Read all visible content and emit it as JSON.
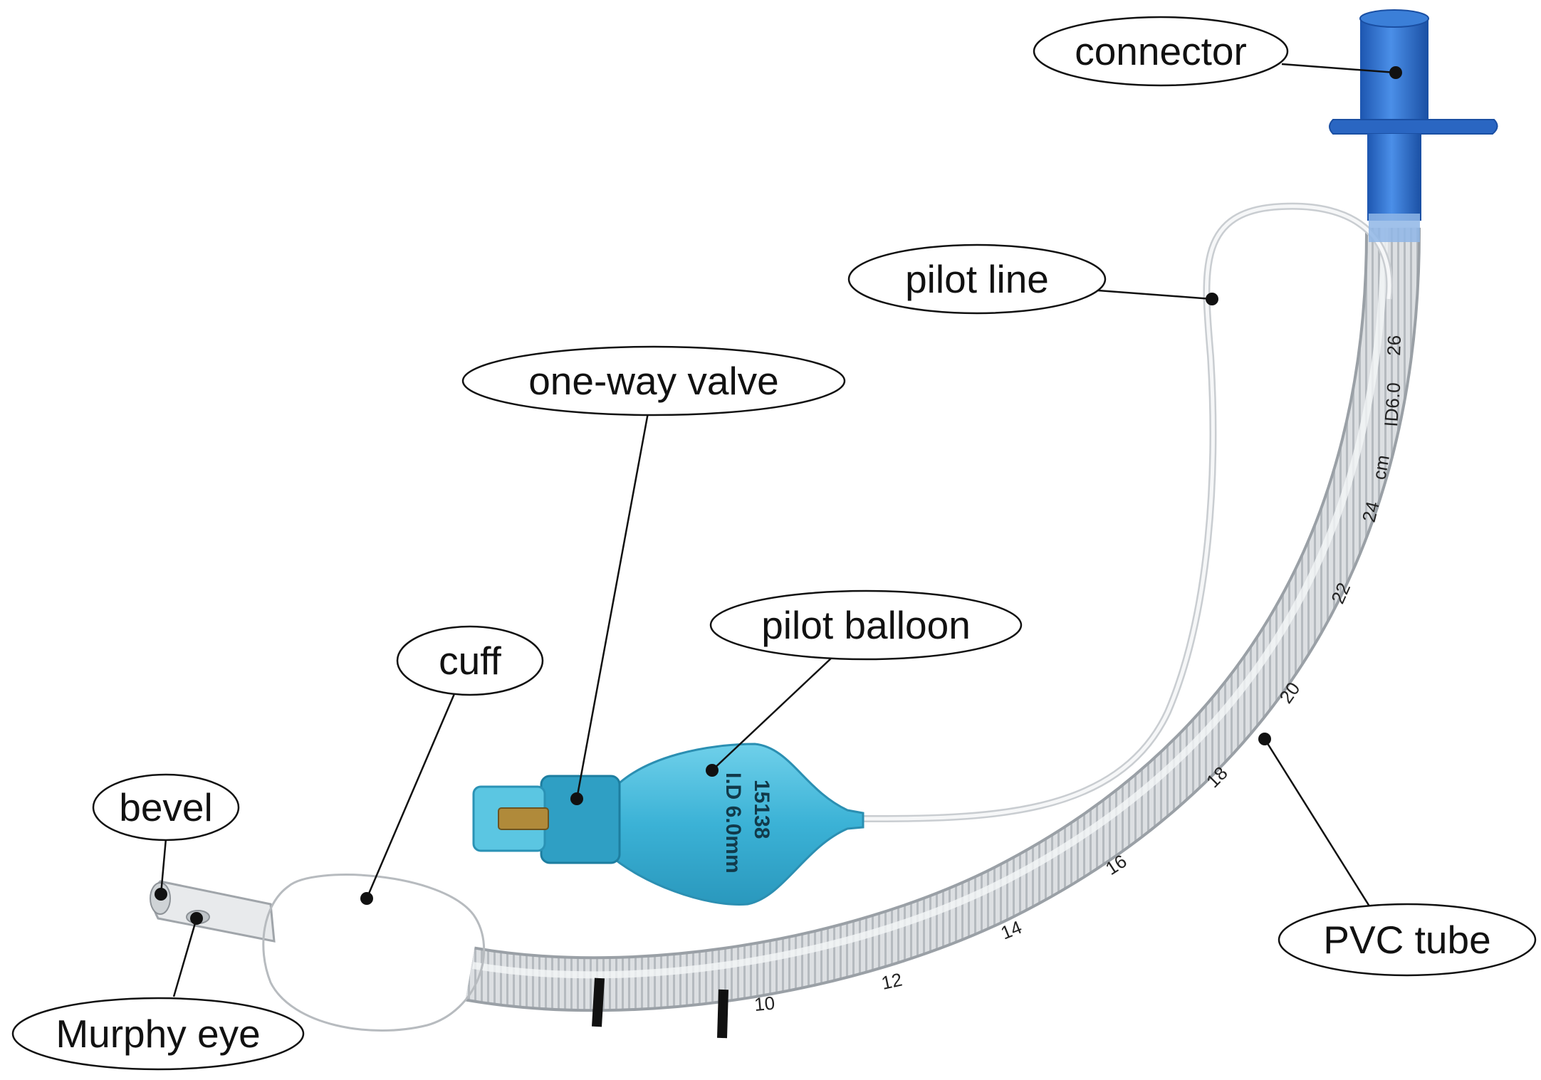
{
  "labels": {
    "connector": "connector",
    "pilot_line": "pilot line",
    "one_way_valve": "one-way valve",
    "pilot_balloon": "pilot balloon",
    "cuff": "cuff",
    "bevel": "bevel",
    "murphy_eye": "Murphy eye",
    "pvc_tube": "PVC tube"
  },
  "tube_markings": {
    "m10": "10",
    "m12": "12",
    "m14": "14",
    "m16": "16",
    "m18": "18",
    "m20": "20",
    "m22": "22",
    "m24": "24",
    "cm": "cm",
    "id": "ID6.0",
    "m26": "26"
  },
  "balloon_text": {
    "line1": "15138",
    "line2": "I.D 6.0mm"
  },
  "colors": {
    "connector": "#2a6fd0",
    "balloon": "#3fb4d6",
    "tube": "#d9dde0",
    "cuff": "#e6e8ea"
  }
}
